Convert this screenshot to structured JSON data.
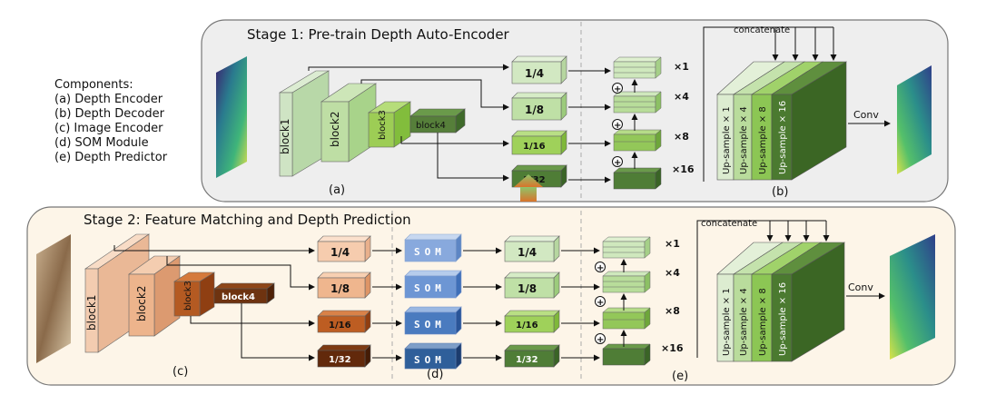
{
  "components": {
    "title": "Components:",
    "items": [
      {
        "label": "(a)  Depth Encoder"
      },
      {
        "label": "(b)  Depth Decoder"
      },
      {
        "label": "(c)  Image Encoder"
      },
      {
        "label": "(d)  SOM Module"
      },
      {
        "label": "(e)  Depth Predictor"
      }
    ]
  },
  "stage1": {
    "title": "Stage 1: Pre-train Depth Auto-Encoder",
    "encoder_blocks": [
      "block1",
      "block2",
      "block3",
      "block4"
    ],
    "features": [
      "1/4",
      "1/8",
      "1/16",
      "1/32"
    ],
    "multipliers": [
      "×1",
      "×4",
      "×8",
      "×16"
    ],
    "upsamples": [
      "Up-sample × 1",
      "Up-sample × 4",
      "Up-sample × 8",
      "Up-sample × 16"
    ],
    "concat_label": "concatenate",
    "conv_label": "Conv",
    "label_a": "(a)",
    "label_b": "(b)"
  },
  "stage2": {
    "title": "Stage 2: Feature Matching and Depth Prediction",
    "encoder_blocks": [
      "block1",
      "block2",
      "block3",
      "block4"
    ],
    "features": [
      "1/4",
      "1/8",
      "1/16",
      "1/32"
    ],
    "som_label": "SOM",
    "matched_features": [
      "1/4",
      "1/8",
      "1/16",
      "1/32"
    ],
    "multipliers": [
      "×1",
      "×4",
      "×8",
      "×16"
    ],
    "upsamples": [
      "Up-sample × 1",
      "Up-sample × 4",
      "Up-sample × 8",
      "Up-sample × 16"
    ],
    "concat_label": "concatenate",
    "conv_label": "Conv",
    "label_c": "(c)",
    "label_d": "(d)",
    "label_e": "(e)"
  },
  "plus_symbol": "+"
}
